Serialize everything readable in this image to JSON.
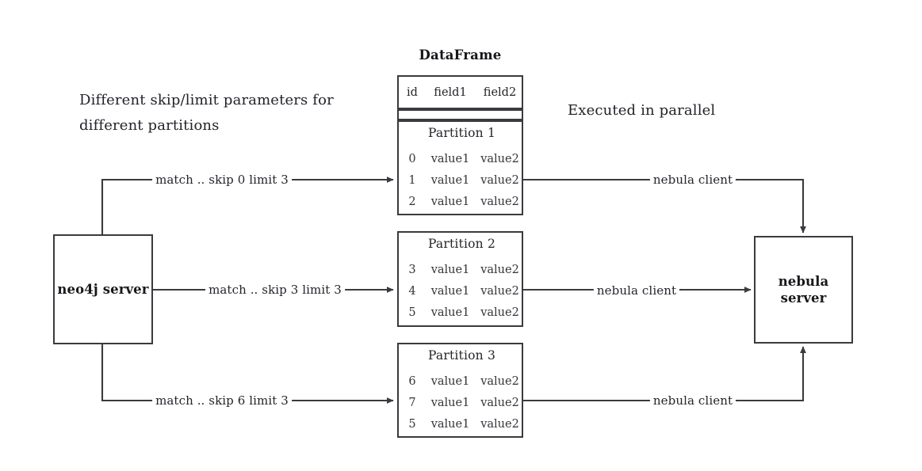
{
  "nodes": {
    "neo4j_server": "neo4j server",
    "nebula_server_line1": "nebula",
    "nebula_server_line2": "server"
  },
  "dataframe": {
    "title": "DataFrame",
    "columns": [
      "id",
      "field1",
      "field2"
    ],
    "partitions": [
      {
        "title": "Partition 1",
        "rows": [
          {
            "id": "0",
            "field1": "value1",
            "field2": "value2"
          },
          {
            "id": "1",
            "field1": "value1",
            "field2": "value2"
          },
          {
            "id": "2",
            "field1": "value1",
            "field2": "value2"
          }
        ]
      },
      {
        "title": "Partition 2",
        "rows": [
          {
            "id": "3",
            "field1": "value1",
            "field2": "value2"
          },
          {
            "id": "4",
            "field1": "value1",
            "field2": "value2"
          },
          {
            "id": "5",
            "field1": "value1",
            "field2": "value2"
          }
        ]
      },
      {
        "title": "Partition 3",
        "rows": [
          {
            "id": "6",
            "field1": "value1",
            "field2": "value2"
          },
          {
            "id": "7",
            "field1": "value1",
            "field2": "value2"
          },
          {
            "id": "5",
            "field1": "value1",
            "field2": "value2"
          }
        ]
      }
    ]
  },
  "notes": {
    "left": "Different skip/limit parameters for\ndifferent partitions",
    "right": "Executed in parallel"
  },
  "edges": {
    "query_top": "match .. skip 0 limit 3",
    "query_middle": "match .. skip 3 limit 3",
    "query_bottom": "match .. skip 6 limit 3",
    "client_top": "nebula client",
    "client_middle": "nebula client",
    "client_bottom": "nebula client"
  },
  "colors": {
    "stroke": "#3a3a3f",
    "text": "#22222a",
    "background": "#ffffff"
  }
}
